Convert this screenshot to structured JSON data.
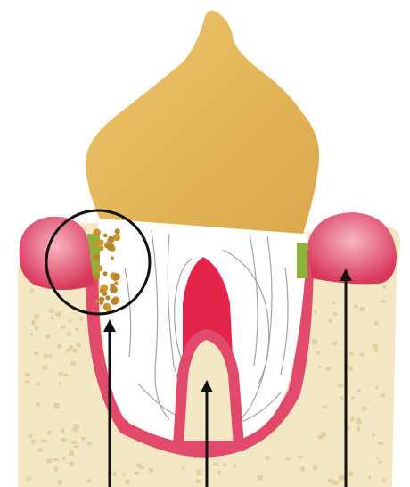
{
  "diagram": {
    "colors": {
      "crown": "#e6bd62",
      "crown_shade": "#d9a94a",
      "tartar": "#c9962f",
      "tartar_dot": "#b9852a",
      "gum": "#e24a6c",
      "gum_light": "#f4a9b8",
      "gum_dark": "#c92b4d",
      "bone": "#f4e7c3",
      "bone_pore": "#e2cf9d",
      "root": "#ffffff",
      "root_lines": "#9a9a9a",
      "pulp": "#e3254a",
      "plaque": "#8fb23a",
      "arrow": "#111111",
      "magnifier": "#111111"
    },
    "pointers": [
      {
        "target": "tartar-deposit"
      },
      {
        "target": "bone-socket"
      },
      {
        "target": "inflamed-gum"
      }
    ]
  }
}
